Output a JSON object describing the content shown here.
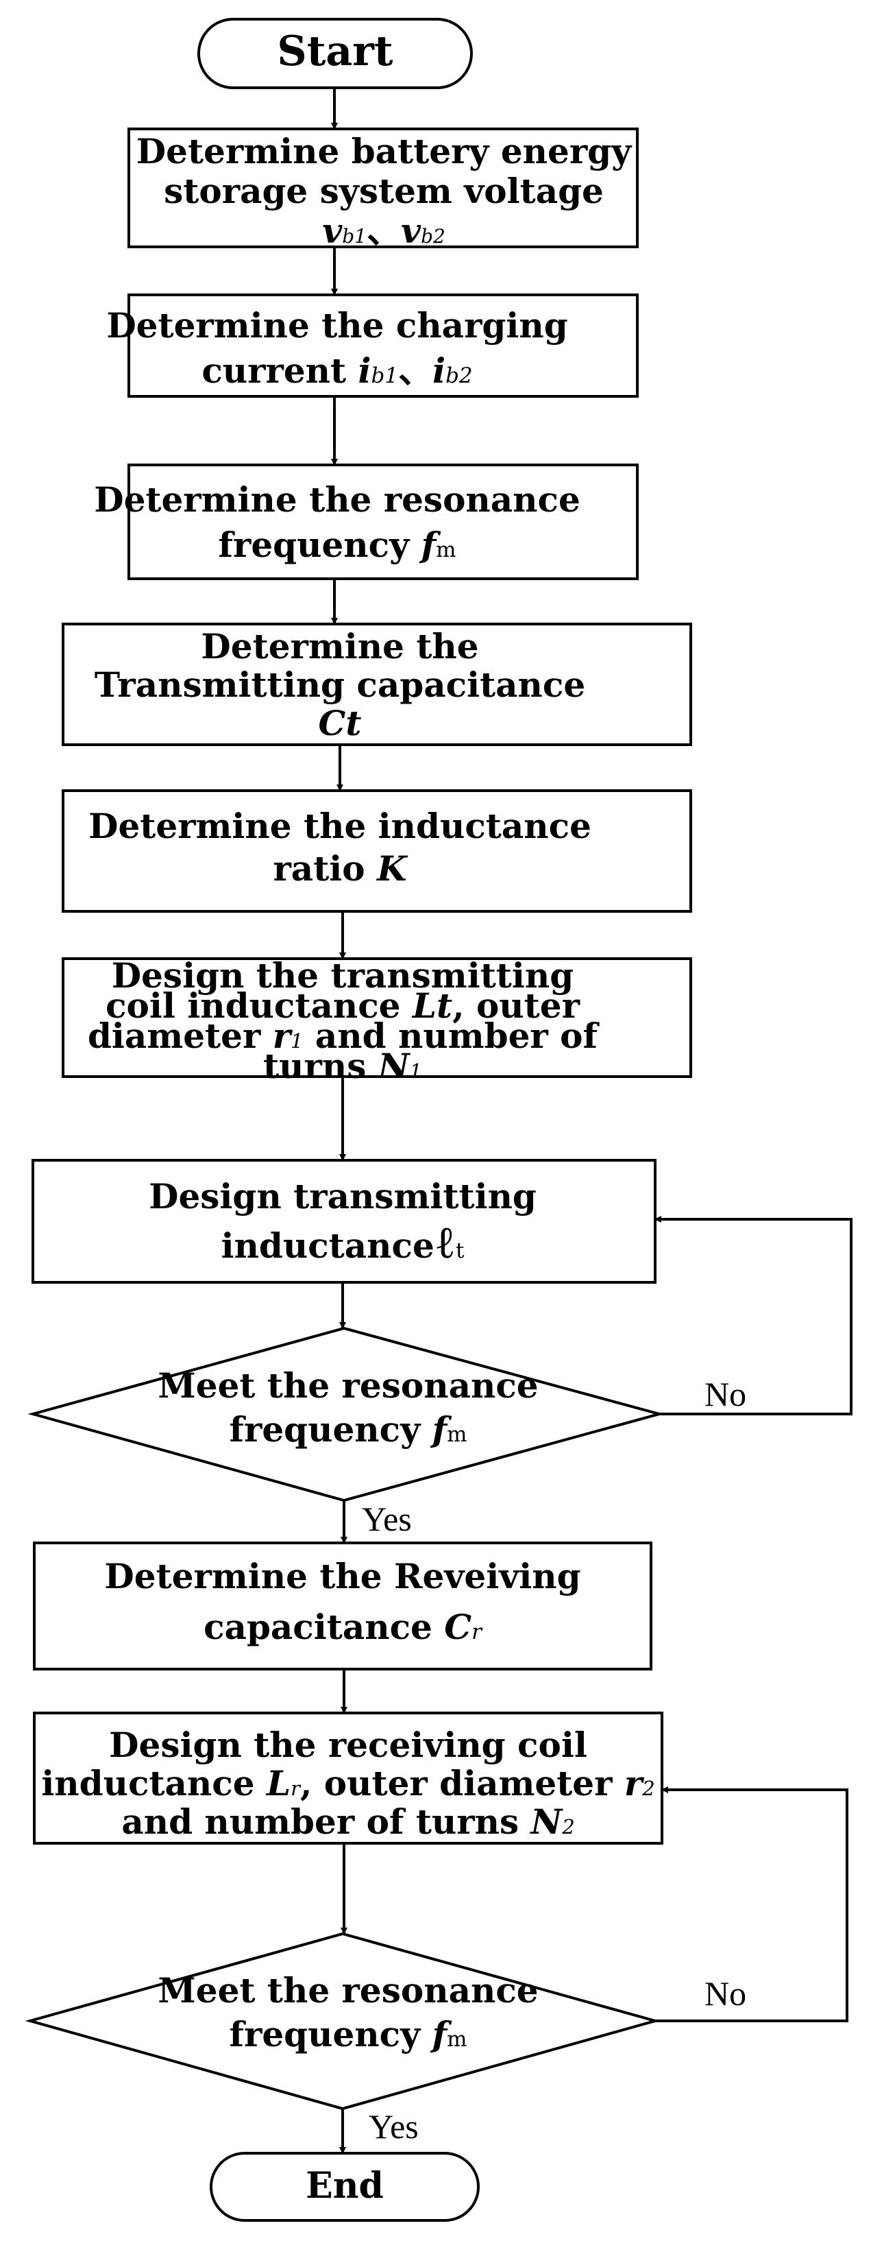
{
  "nodes": {
    "start": "Start",
    "end": "End",
    "n1": [
      [
        "Determine battery energy"
      ],
      [
        "storage system voltage"
      ],
      [
        [
          "v",
          "i"
        ],
        [
          "b1",
          "sub-i"
        ],
        [
          "、",
          ""
        ],
        [
          "v",
          "i"
        ],
        [
          "b2",
          "sub-i"
        ]
      ]
    ],
    "n2": [
      [
        "Determine the charging"
      ],
      [
        [
          "current ",
          ""
        ],
        [
          "i",
          "i"
        ],
        [
          "b1",
          "sub-i"
        ],
        [
          "、",
          ""
        ],
        [
          "i",
          "i"
        ],
        [
          "b2",
          "sub-i"
        ]
      ]
    ],
    "n3": [
      [
        "Determine the resonance"
      ],
      [
        [
          "frequency ",
          ""
        ],
        [
          "f",
          "i"
        ],
        [
          "m",
          "sub"
        ]
      ]
    ],
    "n4": [
      [
        "Determine the"
      ],
      [
        "Transmitting capacitance"
      ],
      [
        [
          "C",
          "i"
        ],
        [
          "t",
          "i"
        ]
      ]
    ],
    "n5": [
      [
        "Determine the inductance"
      ],
      [
        [
          "ratio ",
          ""
        ],
        [
          "K",
          "i"
        ]
      ]
    ],
    "n6": [
      [
        "Design the transmitting"
      ],
      [
        [
          "coil inductance ",
          ""
        ],
        [
          "L",
          "i"
        ],
        [
          "t",
          "i"
        ],
        [
          ", outer",
          ""
        ]
      ],
      [
        [
          "diameter ",
          ""
        ],
        [
          "r",
          "i"
        ],
        [
          "1",
          "sub-i"
        ],
        [
          " and number of",
          ""
        ]
      ],
      [
        [
          "turns ",
          ""
        ],
        [
          "N",
          "i"
        ],
        [
          "1",
          "sub-i"
        ]
      ]
    ],
    "n7": [
      [
        "Design  transmitting"
      ],
      [
        [
          "inductance",
          ""
        ],
        [
          "ℓ",
          "big"
        ],
        [
          "t",
          "sub"
        ]
      ]
    ],
    "d1": [
      [
        "Meet the resonance"
      ],
      [
        [
          "frequency ",
          ""
        ],
        [
          "f",
          "i"
        ],
        [
          "m",
          "sub"
        ]
      ]
    ],
    "n8": [
      [
        "Determine the Reveiving"
      ],
      [
        [
          "capacitance ",
          ""
        ],
        [
          "C",
          "i"
        ],
        [
          "r",
          "sub-i"
        ]
      ]
    ],
    "n9": [
      [
        "Design the receiving coil"
      ],
      [
        [
          "inductance ",
          ""
        ],
        [
          "L",
          "i"
        ],
        [
          "r",
          "sub-i"
        ],
        [
          ", outer diameter ",
          ""
        ],
        [
          "r",
          "i"
        ],
        [
          "2",
          "sub-i"
        ]
      ],
      [
        [
          "and number of turns ",
          ""
        ],
        [
          "N",
          "i"
        ],
        [
          "2",
          "sub-i"
        ]
      ]
    ],
    "d2": [
      [
        "Meet the resonance"
      ],
      [
        [
          "frequency ",
          ""
        ],
        [
          "f",
          "i"
        ],
        [
          "m",
          "sub"
        ]
      ]
    ]
  },
  "edges": {
    "d1_no": "No",
    "d1_yes": "Yes",
    "d2_no": "No",
    "d2_yes": "Yes"
  }
}
